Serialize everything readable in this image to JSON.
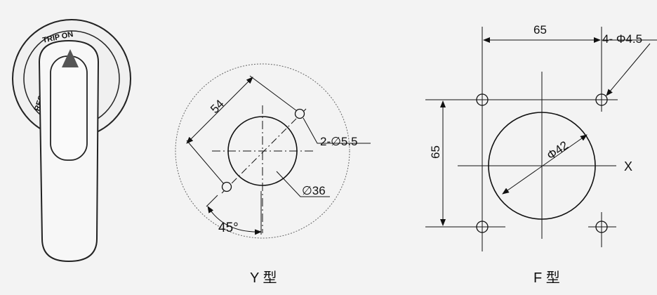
{
  "handle": {
    "ring_label_top": "TRIP  ON",
    "ring_label_left": "RESET  OFF"
  },
  "y_type": {
    "caption": "Y 型",
    "dim_spacing": "54",
    "dim_holes": "2-∅5.5",
    "dim_center": "∅36",
    "dim_angle": "45°"
  },
  "f_type": {
    "caption": "F 型",
    "dim_width": "65",
    "dim_height": "65",
    "dim_holes": "4- Φ4.5",
    "dim_center": "Φ42",
    "axis_label": "X"
  }
}
